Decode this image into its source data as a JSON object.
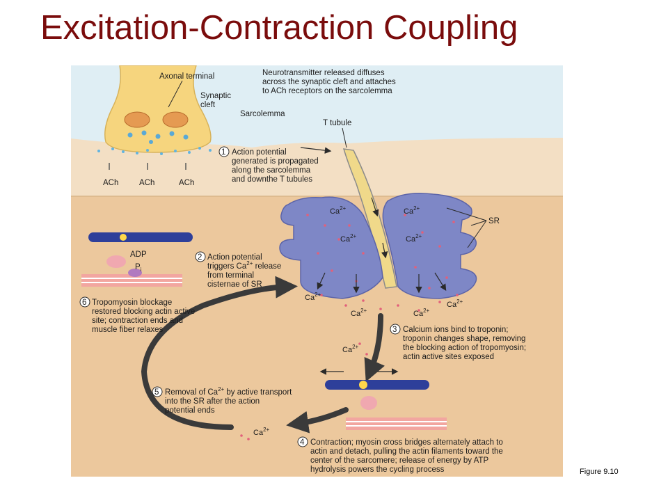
{
  "title": "Excitation-Contraction Coupling",
  "caption": "Figure 9.10",
  "labels": {
    "axonal_terminal": "Axonal terminal",
    "synaptic_cleft_1": "Synaptic",
    "synaptic_cleft_2": "cleft",
    "sarcolemma": "Sarcolemma",
    "t_tubule": "T tubule",
    "sr": "SR",
    "ach": "ACh",
    "adp": "ADP",
    "pi": "P",
    "pi_sub": "i",
    "ca_base": "Ca",
    "ca_sup": "2+",
    "neuro_1": "Neurotransmitter released diffuses",
    "neuro_2": "across the synaptic cleft and attaches",
    "neuro_3": "to ACh receptors on the sarcolemma"
  },
  "steps": {
    "s1": {
      "num": "1",
      "l1": "Action potential",
      "l2": "generated is propagated",
      "l3": "along the sarcolemma",
      "l4": "and downthe T tubules"
    },
    "s2": {
      "num": "2",
      "l1a": "Action potential",
      "l2a": "triggers Ca",
      "l2b": "2+",
      "l2c": " release",
      "l3": "from terminal",
      "l4": "cisternae of SR"
    },
    "s3": {
      "num": "3",
      "l1": "Calcium ions bind to troponin;",
      "l2": "troponin changes shape, removing",
      "l3": "the blocking action of tropomyosin;",
      "l4": "actin active sites exposed"
    },
    "s4": {
      "num": "4",
      "l1": "Contraction; myosin cross bridges alternately attach to",
      "l2": "actin and detach, pulling the actin filaments toward the",
      "l3": "center of the sarcomere; release of energy by ATP",
      "l4": "hydrolysis powers the cycling process"
    },
    "s5": {
      "num": "5",
      "l1a": "Removal of Ca",
      "l1b": "2+",
      "l1c": " by active transport",
      "l2": "into the SR after the action",
      "l3": "potential ends"
    },
    "s6": {
      "num": "6",
      "l1": "Tropomyosin blockage",
      "l2": "restored blocking actin active",
      "l3": "site; contraction ends and",
      "l4": "muscle fiber relaxes"
    }
  },
  "colors": {
    "title": "#7a0c0c",
    "sky": "#dfeef4",
    "sarcolemma": "#f3dfc4",
    "cytoplasm": "#ecc89d",
    "sr": "#7e87c6",
    "t_tubule": "#f0d98a",
    "terminal": "#f6d57e",
    "arrow": "#3a3a3a"
  }
}
